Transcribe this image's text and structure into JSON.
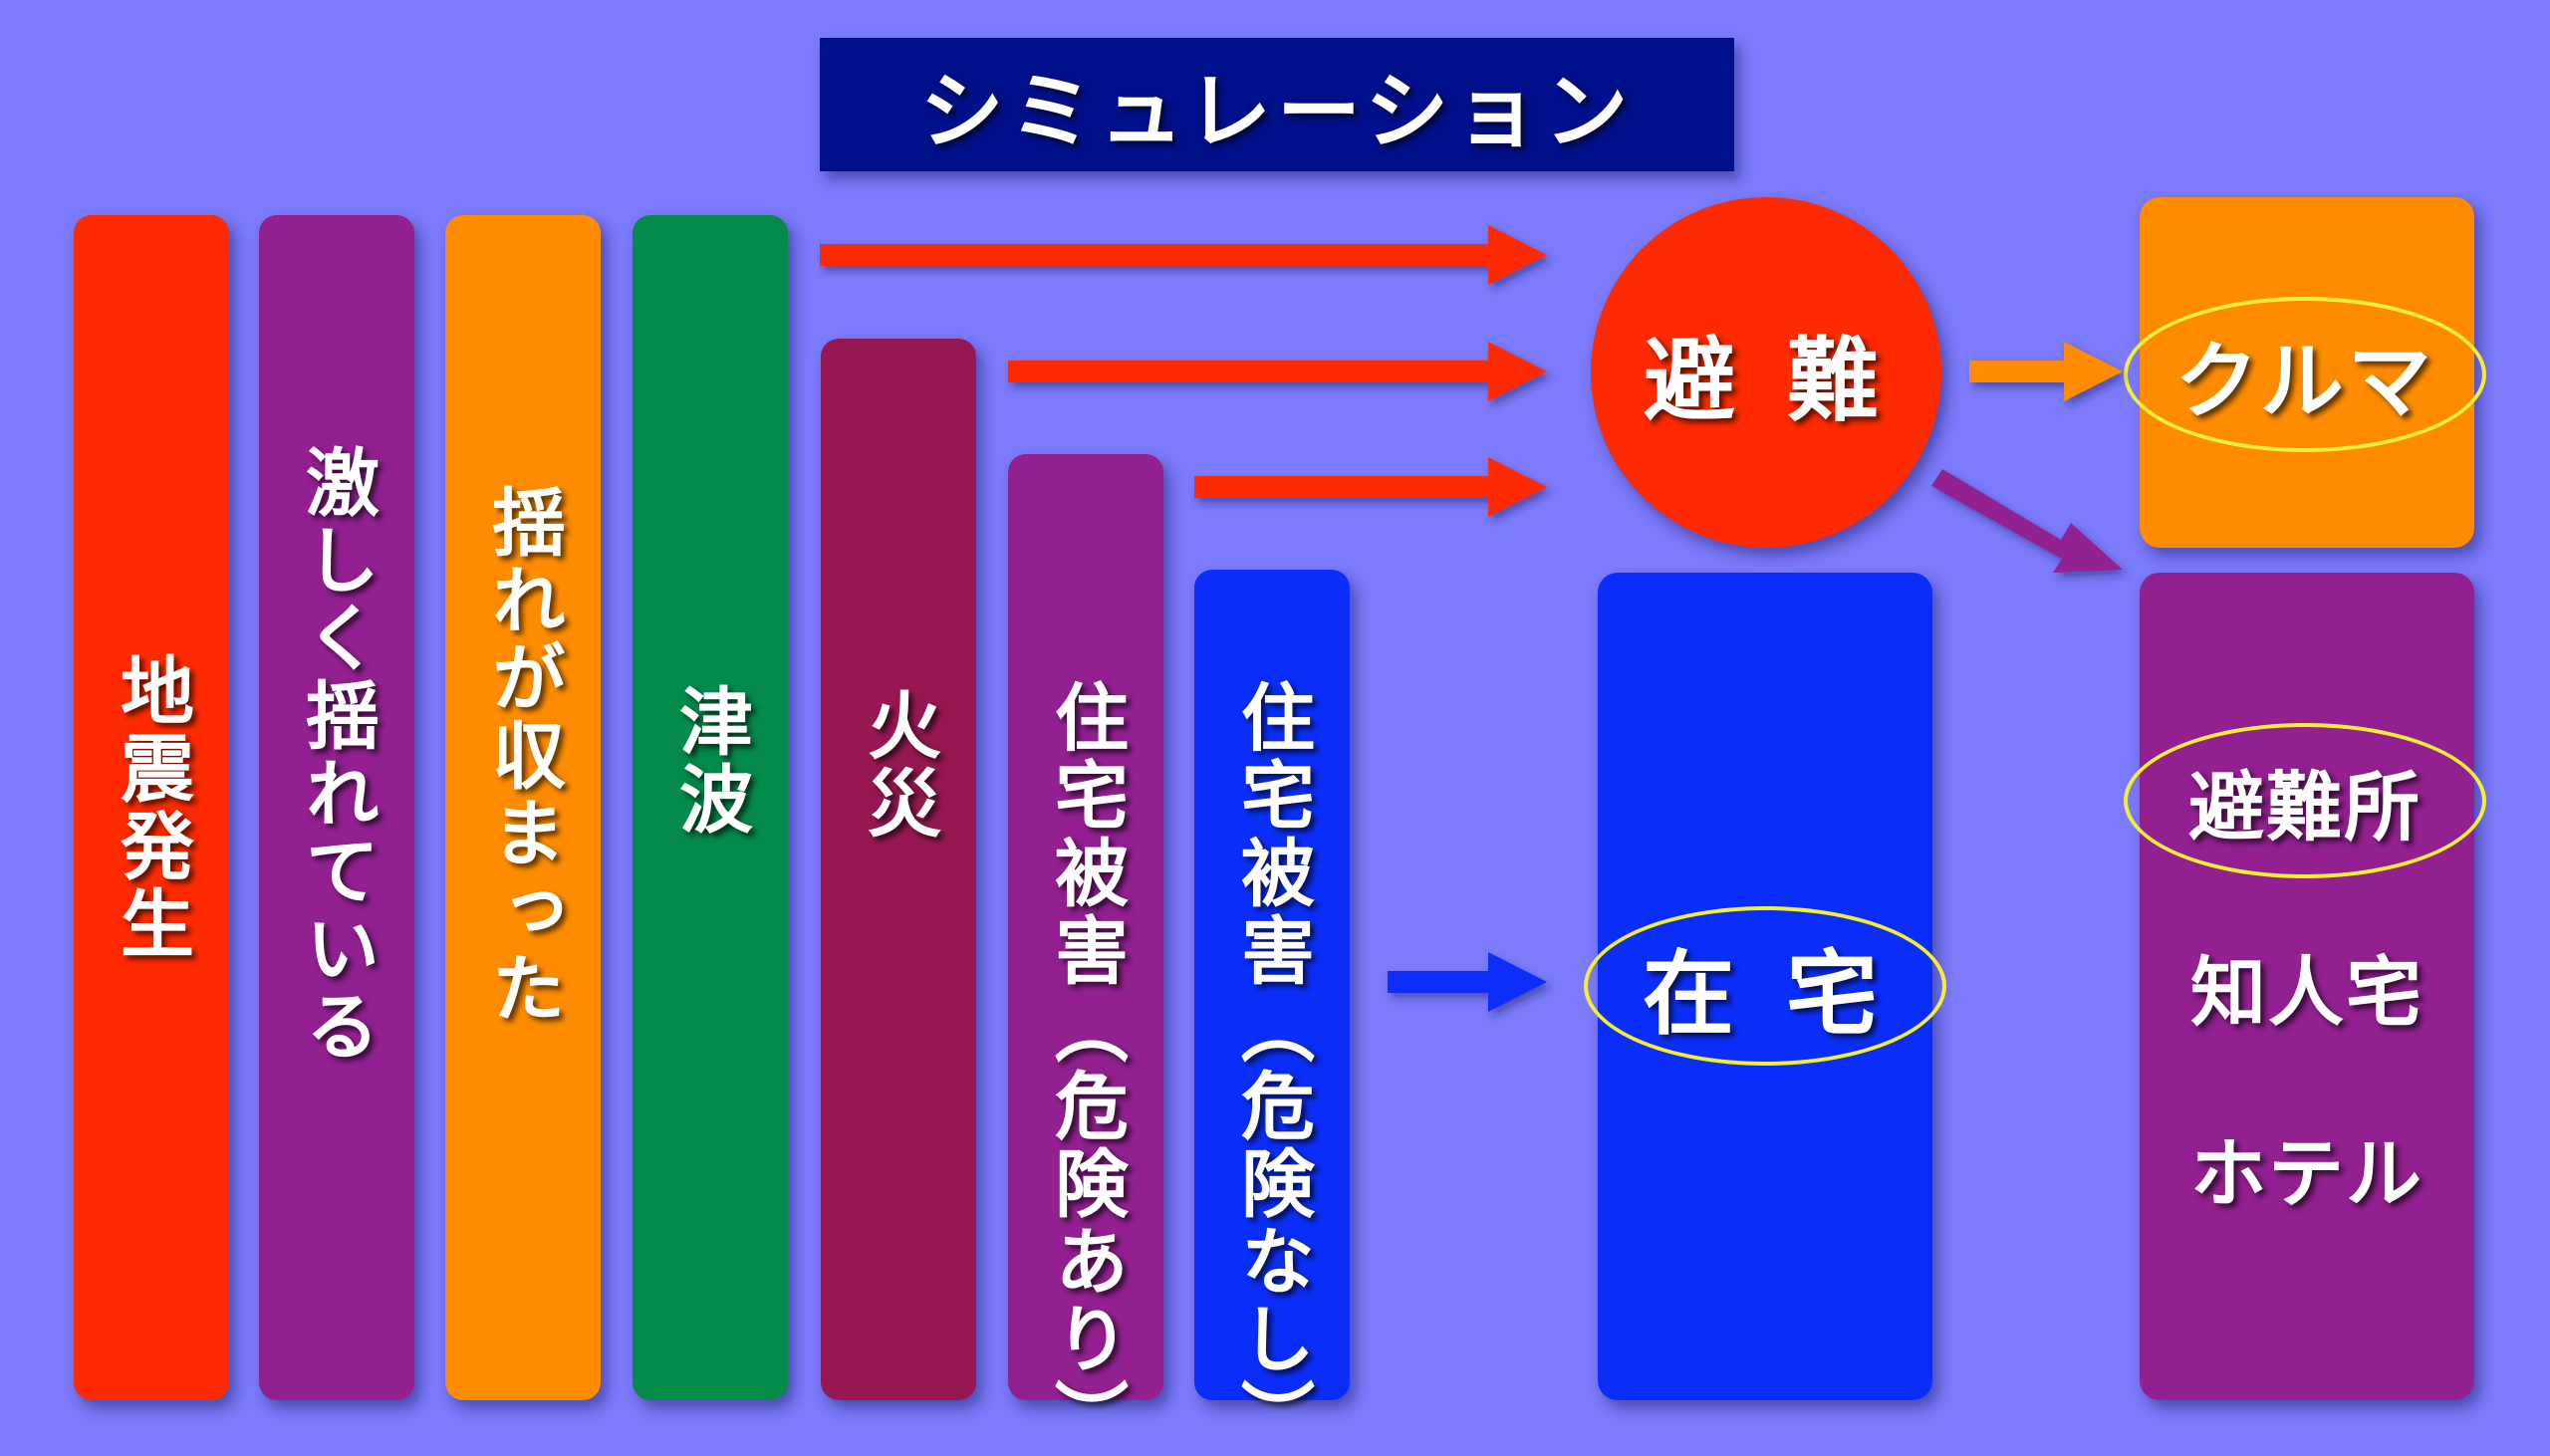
{
  "title": "シミュレーション",
  "columns": [
    {
      "label": "地震発生",
      "color": "#ff2a00"
    },
    {
      "label": "激しく揺れている",
      "color": "#922091"
    },
    {
      "label": "揺れが収まった",
      "color": "#ff8c00"
    },
    {
      "label": "津波",
      "color": "#048a4a"
    },
    {
      "label": "火災",
      "color": "#961852"
    },
    {
      "label": "住宅被害（危険あり）",
      "color": "#922091"
    },
    {
      "label": "住宅被害（危険なし）",
      "color": "#0a2ef8"
    }
  ],
  "evacuation": {
    "label": "避 難",
    "color": "#ff2a00"
  },
  "stay_home": {
    "label": "在 宅",
    "color": "#0a2ef8"
  },
  "car": {
    "label": "クルマ",
    "color": "#ff8c00"
  },
  "shelters": {
    "color": "#922091",
    "items": [
      "避難所",
      "知人宅",
      "ホテル"
    ]
  },
  "colors": {
    "background": "#7b7bfb",
    "title_bg": "#00108a",
    "arrow_red": "#ff2a00",
    "arrow_blue": "#0a2ef8",
    "arrow_orange": "#ff8c00",
    "arrow_purple": "#922091",
    "highlight_oval": "#f2ee3a"
  }
}
